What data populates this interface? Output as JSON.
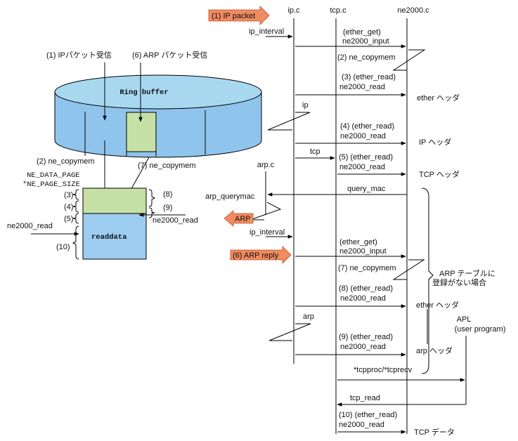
{
  "colors": {
    "ring_top": "#a8d8f0",
    "ring_side": "#8fc4ec",
    "green_block": "#c6e0a6",
    "readdata_block": "#9ccdf0",
    "orange_arrow": "#f08a60"
  },
  "left": {
    "ip_recv_num": "(1) ",
    "ip_recv_ip": "IP",
    "ip_recv_suffix": "パケット受信",
    "arp_recv": "(6) ARP パケット受信",
    "ring_buffer": "Ring buffer",
    "ne_copymem_2": "(2)  ne_copymem",
    "ne_copymem_7": "(7)  ne_copymem",
    "ne_data_page": "NE_DATA_PAGE",
    "ne_page_size": "*NE_PAGE_SIZE",
    "mark_3": "(3)",
    "mark_4": "(4)",
    "mark_5": "(5)",
    "mark_8": "(8)",
    "mark_9": "(9)",
    "mark_10": "(10)",
    "ne2000_read_left": "ne2000_read",
    "ne2000_read_right": "ne2000_read",
    "readdata": "readdata"
  },
  "columns": {
    "ip_c": "ip.c",
    "tcp_c": "tcp.c",
    "ne2000_c": "ne2000.c",
    "arp_c": "arp.c",
    "apl_line1": "APL",
    "apl_line2": "(user  program)"
  },
  "seq": {
    "ip_packet": "(1) IP packet",
    "ip_interval_1": "ip_interval",
    "ether_get_1": "(ether_get)",
    "ne2000_input_1": "ne2000_input",
    "copymem_2": "(2)  ne_copymem",
    "ether_read_3": "(3)  (ether_read)",
    "ne2000_read_3": "ne2000_read",
    "ether_header_1": "ether ヘッダ",
    "ip_call": "ip",
    "ether_read_4": "(4)  (ether_read)",
    "ne2000_read_4": "ne2000_read",
    "ip_header": "IP ヘッダ",
    "tcp_call": "tcp",
    "ether_read_5": "(5)  (ether_read)",
    "ne2000_read_5": "ne2000_read",
    "tcp_header": "TCP ヘッダ",
    "query_mac": "query_mac",
    "arp_querymac": "arp_querymac",
    "arp_arrow": "ARP",
    "ip_interval_2": "ip_interval",
    "arp_reply": "(6) ARP reply",
    "ether_get_2": "(ether_get)",
    "ne2000_input_2": "ne2000_input",
    "copymem_7": "(7)  ne_copymem",
    "arp_note_1": "ARP テーブルに",
    "arp_note_2": "登録がない場合",
    "ether_read_8": "(8)  (ether_read)",
    "ne2000_read_8": "ne2000_read",
    "ether_header_2": "ether ヘッダ",
    "arp_call": "arp",
    "ether_read_9": "(9)  (ether_read)",
    "ne2000_read_9": "ne2000_read",
    "arp_header": "arp ヘッダ",
    "tcpproc": "*tcpproc/*tcprecv",
    "tcp_read": "tcp_read",
    "ether_read_10": "(10)  (ether_read)",
    "ne2000_read_10": "ne2000_read",
    "tcp_data": "TCP データ"
  }
}
